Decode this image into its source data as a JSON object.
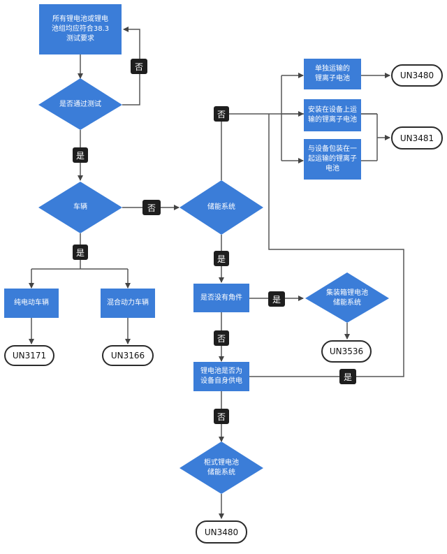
{
  "nodes": {
    "start": "所有锂电池或锂电\n池组均应符合38.3\n测试要求",
    "pass_test": "是否通过测试",
    "vehicle": "车辆",
    "energy_storage": "储能系统",
    "pure_ev": "纯电动车辆",
    "hybrid": "混合动力车辆",
    "un3171": "UN3171",
    "un3166": "UN3166",
    "no_corner": "是否没有角件",
    "container_system": "集装箱锂电池\n储能系统",
    "un3536": "UN3536",
    "self_power": "锂电池是否为\n设备自身供电",
    "cabinet_system": "柜式锂电池\n储能系统",
    "un3480_bottom": "UN3480",
    "standalone": "单独运输的\n锂离子电池",
    "installed": "安装在设备上运\n输的锂离子电池",
    "packed": "与设备包装在一\n起运输的锂离子\n电池",
    "un3480_top": "UN3480",
    "un3481": "UN3481"
  },
  "tags": {
    "no_top": "否",
    "yes_1": "是",
    "no_2": "否",
    "yes_2": "是",
    "no_3": "否",
    "yes_3": "是",
    "no_4": "否",
    "yes_4": "是",
    "no_5": "否"
  },
  "colors": {
    "node": "#3b7dd8",
    "line": "#4a4a4a",
    "tag": "#1e1e1e"
  }
}
